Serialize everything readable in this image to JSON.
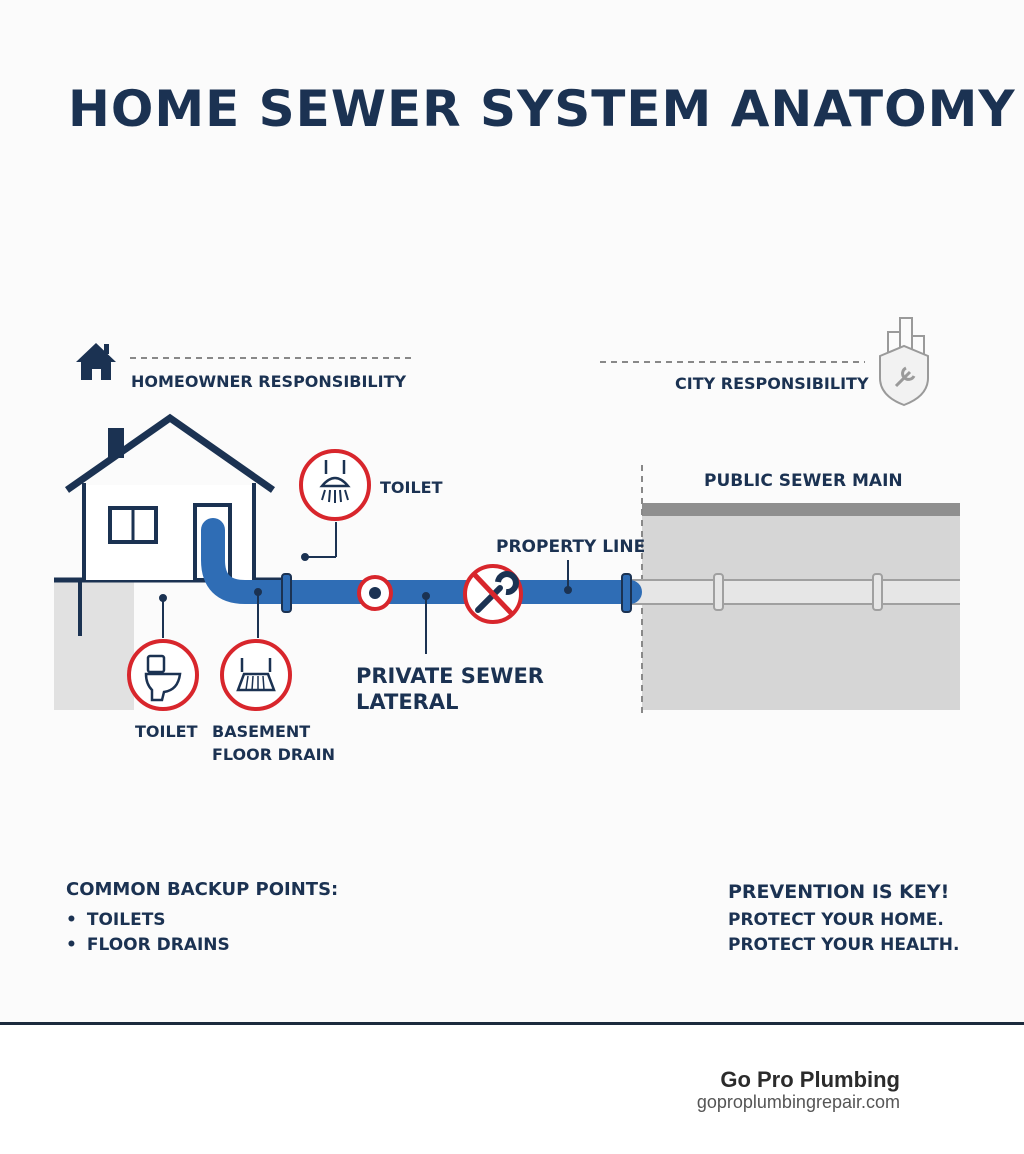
{
  "title": "HOME SEWER SYSTEM ANATOMY",
  "labels": {
    "homeowner_responsibility": "HOMEOWNER RESPONSIBILITY",
    "city_responsibility": "CITY RESPONSIBILITY",
    "public_sewer_main": "PUBLIC SEWER MAIN",
    "property_line": "PROPERTY LINE",
    "toilet_upper": "TOILET",
    "toilet_lower": "TOILET",
    "basement_floor_drain_1": "BASEMENT",
    "basement_floor_drain_2": "FLOOR DRAIN",
    "private_sewer_lateral_1": "PRIVATE SEWER",
    "private_sewer_lateral_2": "LATERAL"
  },
  "backup": {
    "heading": "COMMON BACKUP POINTS:",
    "items": [
      "TOILETS",
      "FLOOR DRAINS"
    ]
  },
  "prevention": {
    "heading": "PREVENTION IS KEY!",
    "line1": "PROTECT YOUR HOME.",
    "line2": "PROTECT YOUR HEALTH."
  },
  "brand": {
    "name": "Go Pro Plumbing",
    "url": "goproplumbingrepair.com"
  },
  "colors": {
    "navy": "#1b3252",
    "pipe": "#2f6db5",
    "alert_red": "#d8262c",
    "ground_gray": "#e1e1e1",
    "main_gray": "#d6d6d6"
  },
  "icons": [
    "house-icon",
    "city-shield-icon",
    "shower-icon",
    "toilet-icon",
    "floor-drain-icon",
    "cleanout-icon",
    "no-wrench-icon"
  ]
}
